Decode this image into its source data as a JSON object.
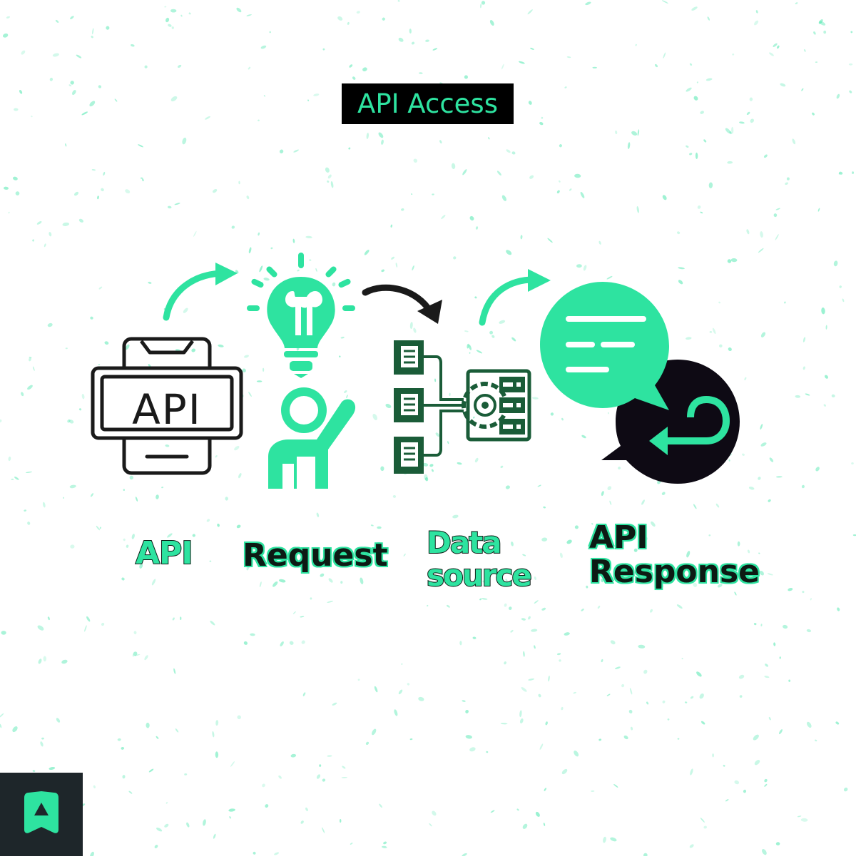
{
  "title": "API Access",
  "steps": [
    {
      "label": "API",
      "icon": "api-phone-icon"
    },
    {
      "label": "Request",
      "icon": "idea-person-icon"
    },
    {
      "label_line1": "Data",
      "label_line2": "source",
      "icon": "data-source-icon"
    },
    {
      "label_line1": "API",
      "label_line2": "Response",
      "icon": "chat-response-icon"
    }
  ],
  "colors": {
    "accent": "#2ee3a0",
    "dark": "#1a1a1a",
    "background": "#ffffff",
    "logo_bg": "#1e262a"
  },
  "logo": {
    "icon": "brand-logo-icon"
  }
}
